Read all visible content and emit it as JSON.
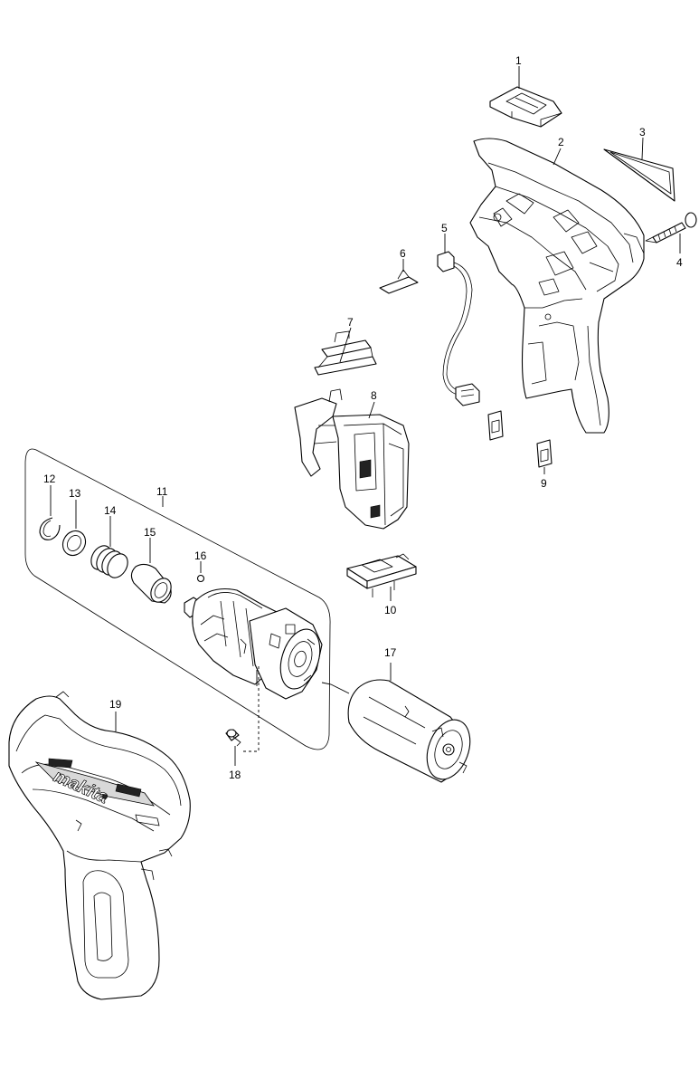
{
  "diagram": {
    "labels": [
      "1",
      "2",
      "3",
      "4",
      "5",
      "6",
      "7",
      "8",
      "9",
      "10",
      "11",
      "12",
      "13",
      "14",
      "15",
      "16",
      "17",
      "18",
      "19"
    ],
    "brand_text": "makita"
  }
}
